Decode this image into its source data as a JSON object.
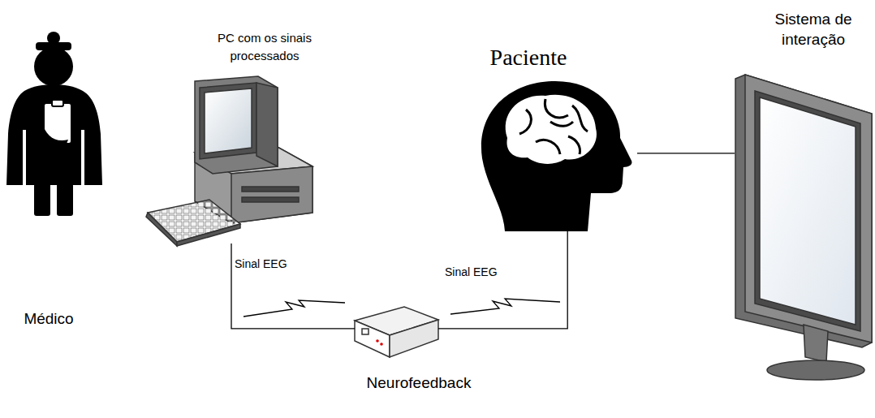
{
  "diagram": {
    "nodes": [
      {
        "text": [
          "Médico"
        ]
      },
      {
        "text": [
          "PC com os sinais processados"
        ]
      },
      {
        "text": [
          "Paciente"
        ]
      },
      {
        "text": [
          "Sistema de interação"
        ]
      },
      {
        "text": [
          "Neurofeedback"
        ]
      }
    ],
    "edges": [
      {
        "from": 1,
        "to": 4,
        "label": "Sinal EEG",
        "arrow": "none"
      },
      {
        "from": 2,
        "to": 4,
        "label": "Sinal EEG",
        "arrow": "none"
      },
      {
        "from": 2,
        "to": 3,
        "arrow": "none"
      }
    ]
  }
}
